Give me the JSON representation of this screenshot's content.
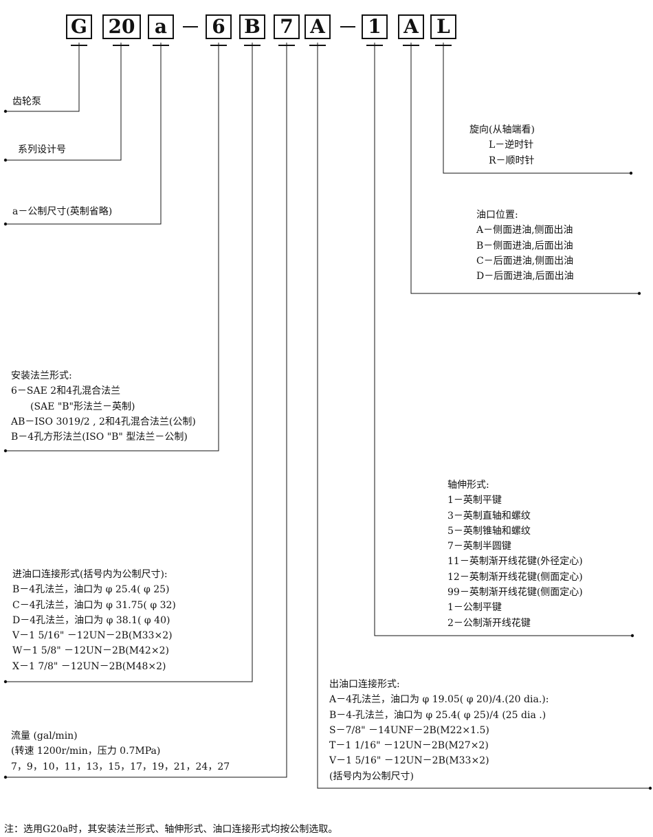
{
  "code_boxes": [
    {
      "id": "g",
      "label": "G"
    },
    {
      "id": "20",
      "label": "20"
    },
    {
      "id": "a",
      "label": "a"
    },
    {
      "id": "6",
      "label": "6"
    },
    {
      "id": "b",
      "label": "B"
    },
    {
      "id": "7",
      "label": "7"
    },
    {
      "id": "a2",
      "label": "A"
    },
    {
      "id": "1",
      "label": "1"
    },
    {
      "id": "a3",
      "label": "A"
    },
    {
      "id": "l",
      "label": "L"
    }
  ],
  "blocks": {
    "pump": {
      "title": "齿轮泵",
      "lines": []
    },
    "series": {
      "title": "系列设计号",
      "lines": []
    },
    "metric": {
      "title": "a－公制尺寸(英制省略)",
      "lines": []
    },
    "rotation": {
      "title": "旋向(从轴端看)",
      "lines": [
        "L－逆时针",
        "R－顺时针"
      ]
    },
    "port_position": {
      "title": "油口位置:",
      "lines": [
        "A－侧面进油,侧面出油",
        "B－侧面进油,后面出油",
        "C－后面进油,侧面出油",
        "D－后面进油,后面出油"
      ]
    },
    "flange": {
      "title": "安装法兰形式:",
      "lines": [
        "6－SAE 2和4孔混合法兰",
        "(SAE \"B\"形法兰－英制)",
        "AB－ISO 3019/2 , 2和4孔混合法兰(公制)",
        "B－4孔方形法兰(ISO \"B\" 型法兰－公制)"
      ]
    },
    "shaft": {
      "title": "轴伸形式:",
      "lines": [
        "1－英制平键",
        "3－英制直轴和螺纹",
        "5－英制锥轴和螺纹",
        "7－英制半圆键",
        "11－英制渐开线花键(外径定心)",
        "12－英制渐开线花键(侧面定心)",
        "99－英制渐开线花键(侧面定心)",
        "1－公制平键",
        "2－公制渐开线花键"
      ]
    },
    "inlet": {
      "title": "进油口连接形式(括号内为公制尺寸):",
      "lines": [
        "B－4孔法兰，油口为 φ 25.4( φ 25)",
        "C－4孔法兰，油口为 φ 31.75( φ 32)",
        "D－4孔法兰，油口为 φ 38.1( φ 40)",
        "V－1 5/16\" －12UN－2B(M33×2)",
        "W－1 5/8\" －12UN－2B(M42×2)",
        "X－1 7/8\" －12UN－2B(M48×2)"
      ]
    },
    "outlet": {
      "title": "出油口连接形式:",
      "lines": [
        "A－4孔法兰，油口为 φ 19.05( φ 20)/4.(20 dia.):",
        "B－4-孔法兰，油口为 φ 25.4( φ 25)/4 (25 dia .)",
        "S－7/8\" －14UNF－2B(M22×1.5)",
        "T－1 1/16\" －12UN－2B(M27×2)",
        "V－1 5/16\" －12UN－2B(M33×2)",
        "(括号内为公制尺寸)"
      ]
    },
    "flow": {
      "title": "流量 (gal/min)",
      "lines": [
        "(转速 1200r/min，压力 0.7MPa)",
        "7，9，10，11，13，15，17，19，21，24，27"
      ]
    }
  },
  "note": "注：选用G20a时，其安装法兰形式、轴伸形式、油口连接形式均按公制选取。"
}
